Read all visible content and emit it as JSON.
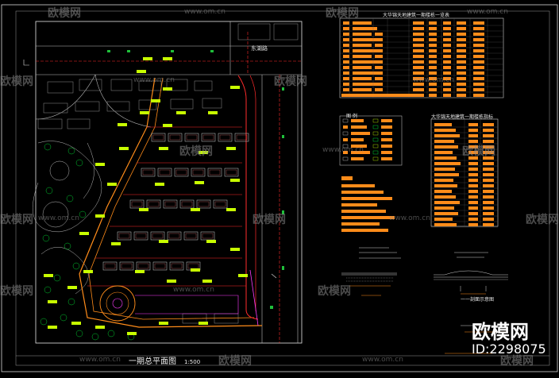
{
  "drawing": {
    "plan_title": "一期总平面图",
    "scale": "1:500",
    "table_title_1": "大华锦天地建筑一期楼栋一览表",
    "table_title_2": "大华锦天地建筑一期楼栋指标",
    "legend_title": "图 例",
    "bottom_label": "一一剖面示意图",
    "road_label": "东湖路"
  },
  "watermark": {
    "brand": "欧模网",
    "url": "www.om.cn",
    "id_text": "ID:2298075"
  },
  "colors": {
    "background": "#000000",
    "orange": "#ff8c1a",
    "yellow_green": "#c8ff00",
    "red": "#ff2b2b",
    "white": "#ffffff",
    "green": "#00ff3c",
    "magenta": "#ff3cff"
  }
}
